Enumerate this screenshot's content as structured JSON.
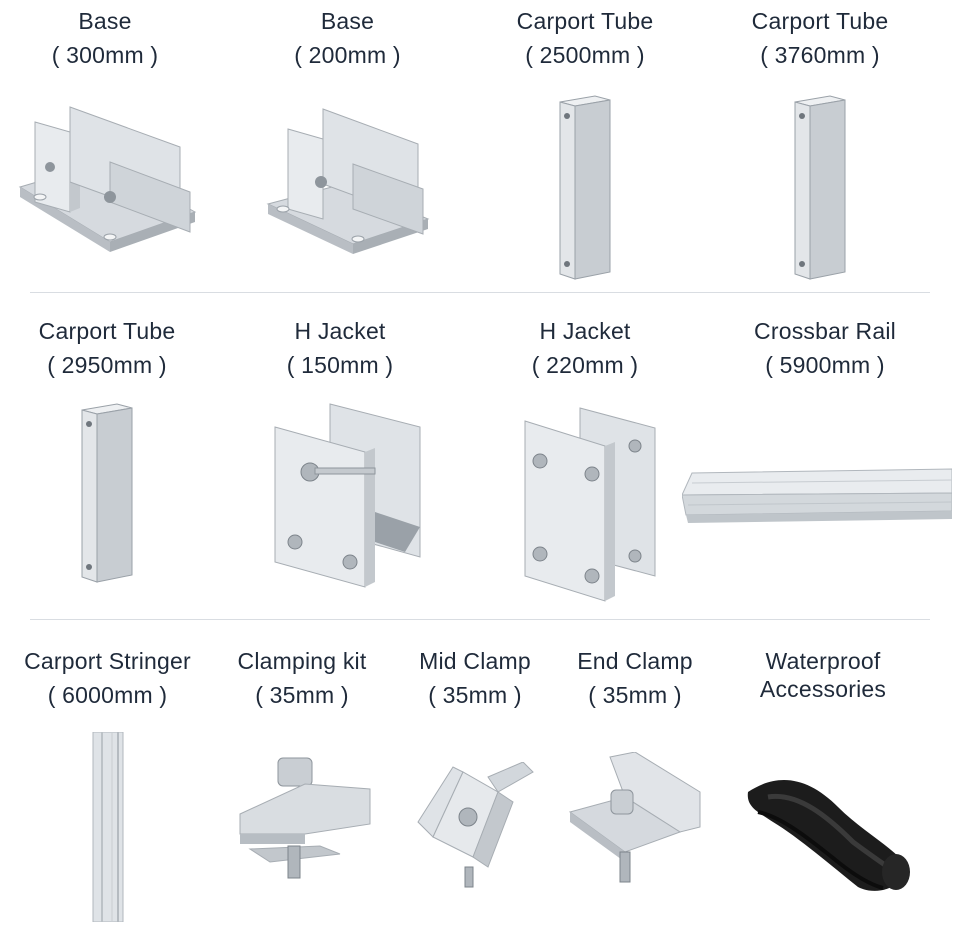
{
  "products": [
    {
      "name": "Base",
      "size": "( 300mm )",
      "icon": "base-300-icon"
    },
    {
      "name": "Base",
      "size": "( 200mm )",
      "icon": "base-200-icon"
    },
    {
      "name": "Carport Tube",
      "size": "( 2500mm )",
      "icon": "tube-icon"
    },
    {
      "name": "Carport Tube",
      "size": "( 3760mm )",
      "icon": "tube-icon"
    },
    {
      "name": "Carport Tube",
      "size": "( 2950mm )",
      "icon": "tube-icon"
    },
    {
      "name": "H Jacket",
      "size": "( 150mm )",
      "icon": "h-jacket-icon"
    },
    {
      "name": "H Jacket",
      "size": "( 220mm )",
      "icon": "h-jacket-icon"
    },
    {
      "name": "Crossbar Rail",
      "size": "( 5900mm )",
      "icon": "rail-icon"
    },
    {
      "name": "Carport Stringer",
      "size": "( 6000mm )",
      "icon": "stringer-icon"
    },
    {
      "name": "Clamping kit",
      "size": "( 35mm )",
      "icon": "clamping-kit-icon"
    },
    {
      "name": "Mid Clamp",
      "size": "( 35mm )",
      "icon": "mid-clamp-icon"
    },
    {
      "name": "End Clamp",
      "size": "( 35mm )",
      "icon": "end-clamp-icon"
    },
    {
      "name": "Waterproof",
      "size": "Accessories",
      "icon": "waterproof-seal-icon"
    }
  ],
  "colors": {
    "text": "#1f2a3a",
    "divider": "#d9dde2",
    "aluminum_light": "#e4e7ea",
    "aluminum_mid": "#c4c9ce",
    "aluminum_dark": "#9aa1a8",
    "rubber": "#1c1c1c"
  }
}
